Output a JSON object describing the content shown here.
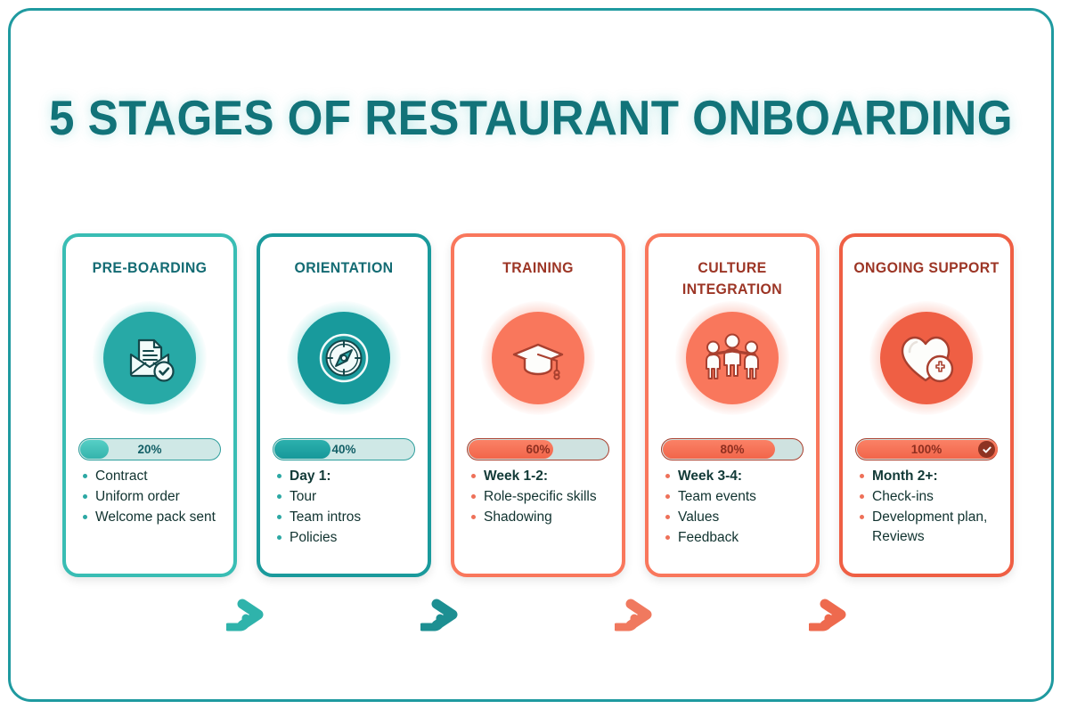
{
  "page": {
    "title": "5 STAGES OF RESTAURANT ONBOARDING",
    "frame_color": "#1f9aa0",
    "title_color": "#127379",
    "background": "#ffffff"
  },
  "stages": [
    {
      "title": "PRE-BOARDING",
      "icon": "envelope-document-check-icon",
      "progress_label": "20%",
      "progress_value": 20,
      "accent": "#39bdb4",
      "title_color": "#136b73",
      "bullets": [
        {
          "text": "Contract",
          "bold": false
        },
        {
          "text": "Uniform order",
          "bold": false
        },
        {
          "text": "Welcome pack sent",
          "bold": false
        }
      ]
    },
    {
      "title": "ORIENTATION",
      "icon": "compass-icon",
      "progress_label": "40%",
      "progress_value": 40,
      "accent": "#1a9a9c",
      "title_color": "#136b73",
      "bullets": [
        {
          "text": "Day 1:",
          "bold": true
        },
        {
          "text": "Tour",
          "bold": false
        },
        {
          "text": "Team intros",
          "bold": false
        },
        {
          "text": "Policies",
          "bold": false
        }
      ]
    },
    {
      "title": "TRAINING",
      "icon": "graduation-cap-icon",
      "progress_label": "60%",
      "progress_value": 60,
      "accent": "#f9775c",
      "title_color": "#9c3525",
      "bullets": [
        {
          "text": "Week 1-2:",
          "bold": true
        },
        {
          "text": "Role-specific skills",
          "bold": false
        },
        {
          "text": "Shadowing",
          "bold": false
        }
      ]
    },
    {
      "title": "CULTURE INTEGRATION",
      "icon": "three-people-team-icon",
      "progress_label": "80%",
      "progress_value": 80,
      "accent": "#f9775c",
      "title_color": "#9c3525",
      "bullets": [
        {
          "text": "Week 3-4:",
          "bold": true
        },
        {
          "text": "Team events",
          "bold": false
        },
        {
          "text": "Values",
          "bold": false
        },
        {
          "text": "Feedback",
          "bold": false
        }
      ]
    },
    {
      "title": "ONGOING SUPPORT",
      "icon": "heart-plus-icon",
      "progress_label": "100%",
      "progress_value": 100,
      "accent": "#ef5f44",
      "title_color": "#9c3525",
      "completed_badge": "check-icon",
      "bullets": [
        {
          "text": "Month 2+:",
          "bold": true
        },
        {
          "text": "Check-ins",
          "bold": false
        },
        {
          "text": "Development plan, Reviews",
          "bold": false
        }
      ]
    }
  ],
  "connectors": [
    {
      "name": "arrow-1",
      "color": "#2fb3ab"
    },
    {
      "name": "arrow-2",
      "color": "#1d8f92"
    },
    {
      "name": "arrow-3",
      "color": "#f0795f"
    },
    {
      "name": "arrow-4",
      "color": "#ee6a4e"
    }
  ]
}
